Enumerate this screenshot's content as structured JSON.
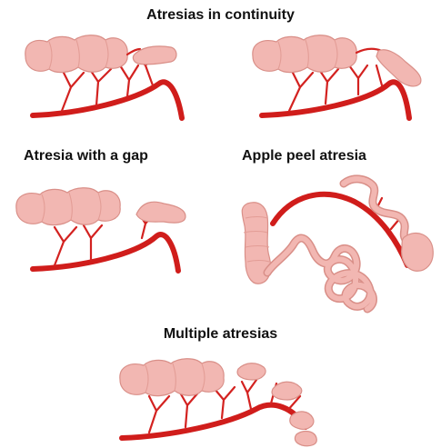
{
  "labels": {
    "continuity": "Atresias in continuity",
    "gap": "Atresia with a gap",
    "apple_peel": "Apple peel atresia",
    "multiple": "Multiple atresias"
  },
  "colors": {
    "artery": "#d01d1b",
    "bowel_fill": "#f2b7b2",
    "bowel_outline": "#d98f88"
  }
}
